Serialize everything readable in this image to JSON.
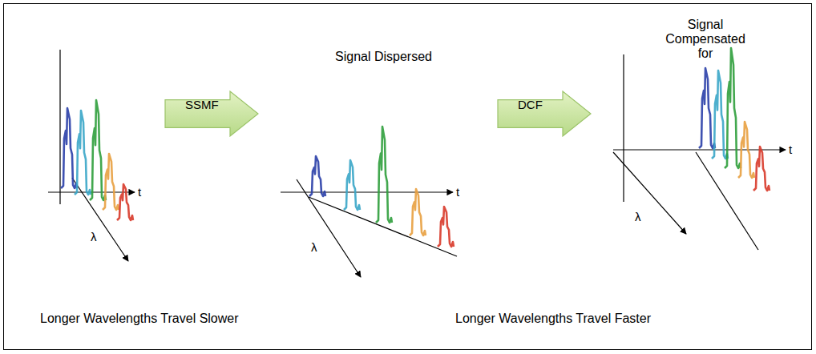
{
  "diagram": {
    "nodes": [
      {
        "text": [
          "SSMF"
        ]
      },
      {
        "text": [
          "DCF"
        ]
      }
    ],
    "labels": [
      "Signal Dispersed",
      "Signal Compensated for",
      "t",
      "λ",
      "t",
      "λ",
      "t",
      "λ",
      "Longer Wavelengths Travel Slower",
      "Longer Wavelengths Travel Faster"
    ]
  }
}
